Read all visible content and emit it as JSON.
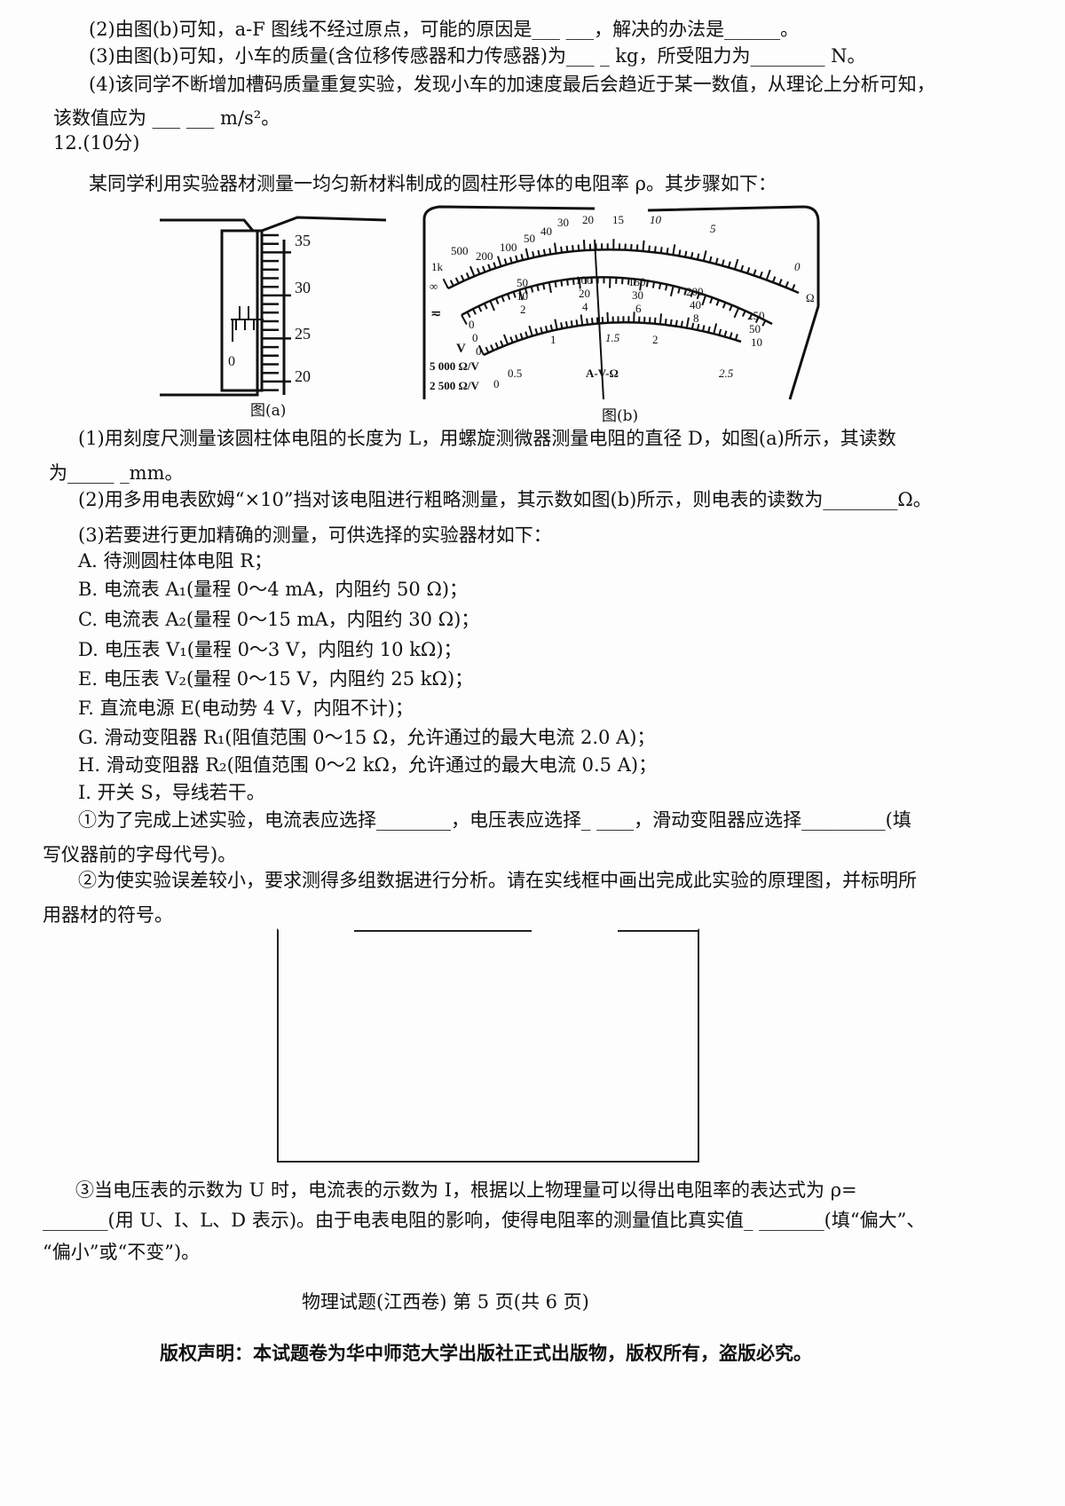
{
  "lines": {
    "q11_2": "(2)由图(b)可知，a-F 图线不经过原点，可能的原因是___  ___，解决的办法是______。",
    "q11_3": "(3)由图(b)可知，小车的质量(含位移传感器和力传感器)为___  _ kg，所受阻力为________ N。",
    "q11_4a": "(4)该同学不断增加槽码质量重复实验，发现小车的加速度最后会趋近于某一数值，从理论上分析可知，",
    "q11_4b": "该数值应为 ___ ___ m/s²。",
    "q12_head": "12.(10分)",
    "q12_intro": "某同学利用实验器材测量一均匀新材料制成的圆柱形导体的电阻率 ρ。其步骤如下：",
    "p1a": "(1)用刻度尺测量该圆柱体电阻的长度为 L，用螺旋测微器测量电阻的直径 D，如图(a)所示，其读数",
    "p1b": "为_____  _mm。",
    "p2": "(2)用多用电表欧姆“×10”挡对该电阻进行粗略测量，其示数如图(b)所示，则电表的读数为________Ω。",
    "p3": "(3)若要进行更加精确的测量，可供选择的实验器材如下：",
    "optA": "A. 待测圆柱体电阻 R；",
    "optB": "B. 电流表 A₁(量程 0～4 mA，内阻约 50 Ω)；",
    "optC": "C. 电流表 A₂(量程 0～15 mA，内阻约 30 Ω)；",
    "optD": "D. 电压表 V₁(量程 0～3 V，内阻约 10 kΩ)；",
    "optE": "E. 电压表 V₂(量程 0～15 V，内阻约 25 kΩ)；",
    "optF": "F. 直流电源 E(电动势 4 V，内阻不计)；",
    "optG": "G. 滑动变阻器 R₁(阻值范围 0～15 Ω，允许通过的最大电流 2.0 A)；",
    "optH": "H. 滑动变阻器 R₂(阻值范围 0～2 kΩ，允许通过的最大电流 0.5 A)；",
    "optI": "I. 开关 S，导线若干。",
    "s1a": "①为了完成上述实验，电流表应选择________，电压表应选择_    ____，滑动变阻器应选择_________(填",
    "s1b": "写仪器前的字母代号)。",
    "s2a": "②为使实验误差较小，要求测得多组数据进行分析。请在实线框中画出完成此实验的原理图，并标明所",
    "s2b": "用器材的符号。",
    "s3a": "③当电压表的示数为 U 时，电流表的示数为 I，根据以上物理量可以得出电阻率的表达式为 ρ=",
    "s3b": "_______(用 U、I、L、D 表示)。由于电表电阻的影响，使得电阻率的测量值比真实值_  _______(填“偏大”、",
    "s3c": "“偏小”或“不变”)。",
    "footer": "物理试题(江西卷)   第 5 页(共 6 页)",
    "copyright": "版权声明：本试题卷为华中师范大学出版社正式出版物，版权所有，盗版必究。"
  },
  "figure_a": {
    "caption": "图(a)",
    "sleeve_zero": "0",
    "thimble_labels": [
      "35",
      "30",
      "25",
      "20"
    ]
  },
  "figure_b": {
    "caption": "图(b)",
    "ohm_labels": [
      "∞",
      "1k",
      "500",
      "200",
      "100",
      "50",
      "40",
      "30",
      "20",
      "15",
      "10",
      "5",
      "0"
    ],
    "ohm_unit": "Ω",
    "mid_labels_a": [
      "0",
      "50",
      "100",
      "150",
      "200",
      "250"
    ],
    "mid_labels_b": [
      "0",
      "10",
      "20",
      "30",
      "40",
      "50"
    ],
    "mid_labels_c": [
      "0",
      "2",
      "4",
      "6",
      "8",
      "10"
    ],
    "ac_labels": [
      "0",
      "0.5",
      "1",
      "1.5",
      "2",
      "2.5"
    ],
    "dc_symbol": "≂",
    "ac_symbol": "V",
    "center_label": "A-V-Ω",
    "sens_dc": "5 000 Ω/V",
    "sens_ac": "2 500 Ω/V"
  }
}
